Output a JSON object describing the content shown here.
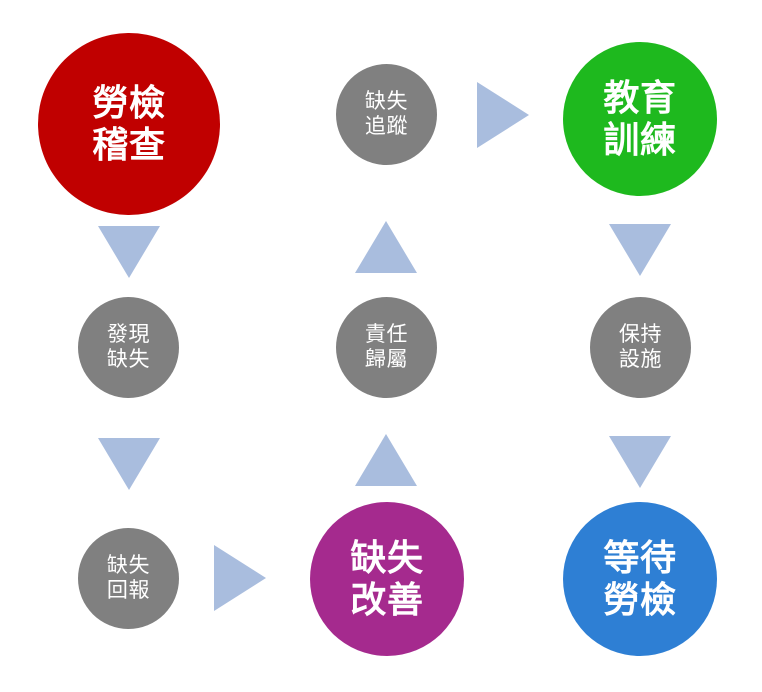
{
  "diagram": {
    "type": "cycle-flow",
    "background_color": "#FFFFFF",
    "arrow_color": "#A9BDDE",
    "nodes": [
      {
        "id": "labor-inspection-audit",
        "lines": [
          "勞檢",
          "稽查"
        ],
        "color": "#C00000",
        "emphasis": "big",
        "row": 1,
        "column": 1
      },
      {
        "id": "deficiency-tracking",
        "lines": [
          "缺失",
          "追蹤"
        ],
        "color": "#808080",
        "emphasis": "small",
        "row": 1,
        "column": 2
      },
      {
        "id": "education-training",
        "lines": [
          "教育",
          "訓練"
        ],
        "color": "#1EB91E",
        "emphasis": "big",
        "row": 1,
        "column": 3
      },
      {
        "id": "discover-deficiency",
        "lines": [
          "發現",
          "缺失"
        ],
        "color": "#808080",
        "emphasis": "small",
        "row": 2,
        "column": 1
      },
      {
        "id": "responsibility-attribution",
        "lines": [
          "責任",
          "歸屬"
        ],
        "color": "#808080",
        "emphasis": "small",
        "row": 2,
        "column": 2
      },
      {
        "id": "maintain-facilities",
        "lines": [
          "保持",
          "設施"
        ],
        "color": "#808080",
        "emphasis": "small",
        "row": 2,
        "column": 3
      },
      {
        "id": "deficiency-report",
        "lines": [
          "缺失",
          "回報"
        ],
        "color": "#808080",
        "emphasis": "small",
        "row": 3,
        "column": 1
      },
      {
        "id": "deficiency-improvement",
        "lines": [
          "缺失",
          "改善"
        ],
        "color": "#A52A8E",
        "emphasis": "big",
        "row": 3,
        "column": 2
      },
      {
        "id": "awaiting-inspection",
        "lines": [
          "等待",
          "勞檢"
        ],
        "color": "#2E7FD4",
        "emphasis": "big",
        "row": 3,
        "column": 3
      }
    ],
    "arrows": [
      {
        "id": "arrow-audit-to-discover",
        "direction": "down"
      },
      {
        "id": "arrow-tracking-to-responsibility",
        "direction": "up"
      },
      {
        "id": "arrow-tracking-to-training",
        "direction": "right"
      },
      {
        "id": "arrow-training-to-maintain",
        "direction": "down"
      },
      {
        "id": "arrow-discover-to-report",
        "direction": "down"
      },
      {
        "id": "arrow-improvement-to-responsibility",
        "direction": "up"
      },
      {
        "id": "arrow-maintain-to-awaiting",
        "direction": "down"
      },
      {
        "id": "arrow-report-to-improvement",
        "direction": "right"
      }
    ]
  }
}
